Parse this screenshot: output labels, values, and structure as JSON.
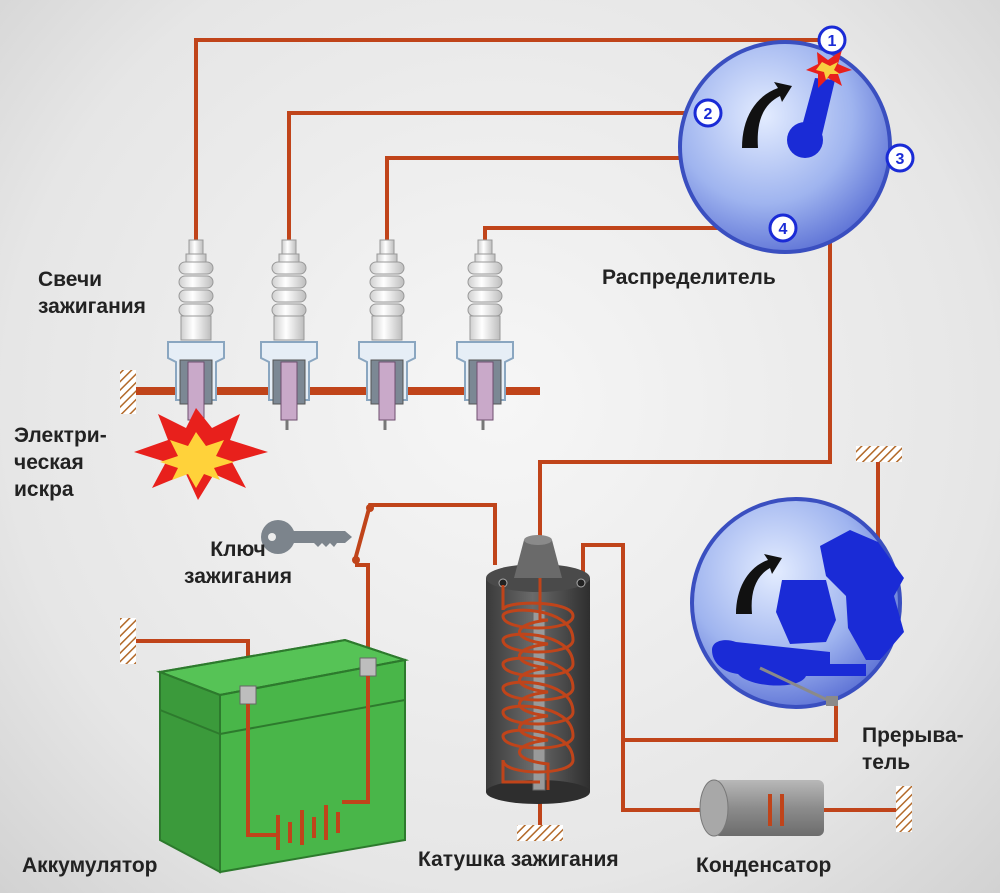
{
  "labels": {
    "spark_plugs_1": "Свечи",
    "spark_plugs_2": "зажигания",
    "distributor": "Распределитель",
    "spark_1": "Электри-",
    "spark_2": "ческая",
    "spark_3": "искра",
    "key_1": "Ключ",
    "key_2": "зажигания",
    "battery": "Аккумулятор",
    "coil": "Катушка зажигания",
    "condenser": "Конденсатор",
    "breaker_1": "Прерыва-",
    "breaker_2": "тель"
  },
  "distributor_terminals": [
    "1",
    "2",
    "3",
    "4"
  ],
  "colors": {
    "wire": "#c0441a",
    "disc_blue": "#1a2bd6",
    "battery_green": "#3aa83a",
    "coil_gray": "#555555",
    "spark_red": "#e8201c"
  }
}
